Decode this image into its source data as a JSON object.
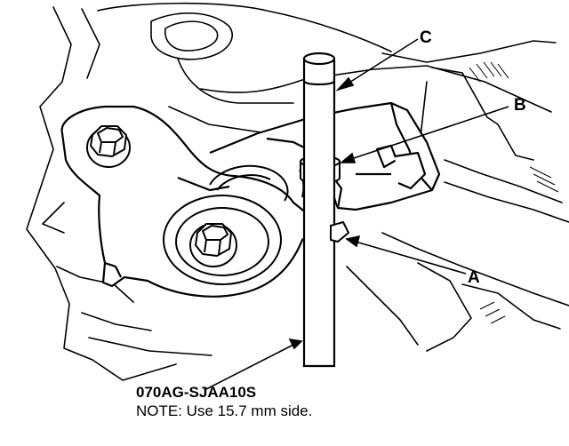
{
  "callouts": {
    "a": "A",
    "b": "B",
    "c": "C"
  },
  "caption": {
    "tool_code": "070AG-SJAA10S",
    "note": "NOTE: Use 15.7 mm side."
  },
  "colors": {
    "ink": "#000000",
    "paper": "#ffffff"
  }
}
